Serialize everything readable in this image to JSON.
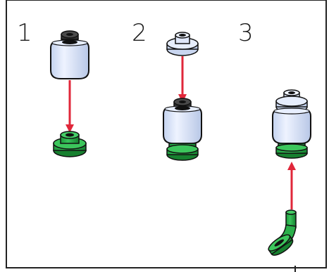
{
  "steps": [
    {
      "number": "1"
    },
    {
      "number": "2"
    },
    {
      "number": "3"
    }
  ],
  "colors": {
    "head_body": "#dde7f8",
    "head_shade": "#b9c8e6",
    "stud_dark": "#111111",
    "neck_green": "#22aa44",
    "neck_green_dark": "#0e7a2a",
    "arrow_red": "#e0273a",
    "outline": "#111111"
  },
  "icons": {
    "head": "minifig-head-icon",
    "neck": "green-neck-bracket-icon",
    "hat": "small-stud-cap-icon",
    "bent_neck": "green-bent-neck-connector-icon",
    "arrow": "red-assembly-arrow-icon"
  }
}
